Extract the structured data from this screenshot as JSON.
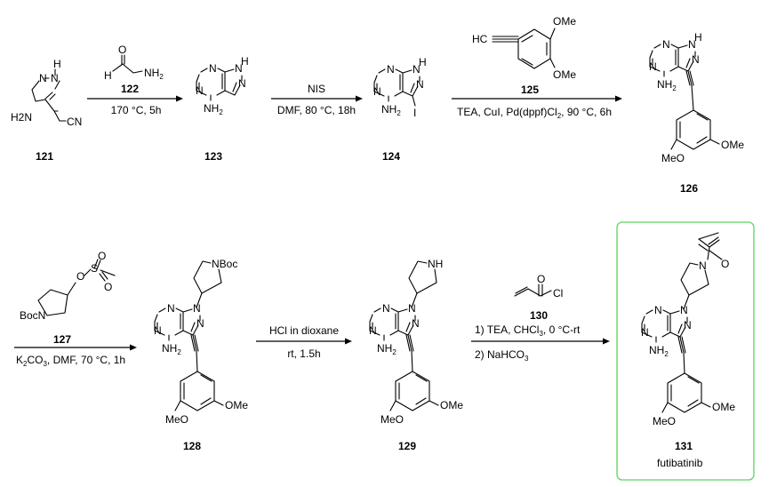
{
  "compounds": {
    "c121": {
      "id": "121",
      "atoms": {
        "nh": "H",
        "n": "N",
        "h2n": "H2N",
        "cn": "CN"
      }
    },
    "c122": {
      "id": "122",
      "atoms": {
        "o": "O",
        "h": "H",
        "nh2": "NH2"
      }
    },
    "c123": {
      "id": "123",
      "atoms": {
        "n1": "N",
        "n3": "N",
        "nh": "N",
        "h": "H",
        "n2": "N",
        "nh2": "NH2"
      }
    },
    "c124": {
      "id": "124",
      "atoms": {
        "n1": "N",
        "n3": "N",
        "nh": "N",
        "h": "H",
        "n2": "N",
        "nh2": "NH2",
        "i": "I"
      }
    },
    "c125": {
      "id": "125",
      "atoms": {
        "hc": "HC",
        "ome1": "OMe",
        "ome2": "OMe"
      }
    },
    "c126": {
      "id": "126",
      "atoms": {
        "n1": "N",
        "n3": "N",
        "nh": "N",
        "h": "H",
        "n2": "N",
        "nh2": "NH2",
        "ome1": "OMe",
        "meo": "MeO"
      }
    },
    "c127": {
      "id": "127",
      "atoms": {
        "o1": "O",
        "s": "S",
        "o2": "O",
        "o3": "O",
        "bocn": "BocN"
      }
    },
    "c128": {
      "id": "128",
      "atoms": {
        "n1": "N",
        "n3": "N",
        "n": "N",
        "n2": "N",
        "nh2": "NH2",
        "nboc": "NBoc",
        "ome": "OMe",
        "meo": "MeO"
      }
    },
    "c129": {
      "id": "129",
      "atoms": {
        "n1": "N",
        "n3": "N",
        "n": "N",
        "n2": "N",
        "nh2": "NH2",
        "nh": "NH",
        "ome": "OMe",
        "meo": "MeO"
      }
    },
    "c130": {
      "id": "130",
      "atoms": {
        "o": "O",
        "cl": "Cl"
      }
    },
    "c131": {
      "id": "131",
      "name": "futibatinib",
      "atoms": {
        "n1": "N",
        "n3": "N",
        "n": "N",
        "n2": "N",
        "nh2": "NH2",
        "pn": "N",
        "o": "O",
        "ome": "OMe",
        "meo": "MeO"
      }
    }
  },
  "steps": [
    {
      "id": "step1",
      "below": "170 °C, 5h"
    },
    {
      "id": "step2",
      "above": "NIS",
      "below": "DMF, 80 °C, 18h"
    },
    {
      "id": "step3",
      "below": "TEA, CuI, Pd(dppf)Cl2, 90 °C, 6h"
    },
    {
      "id": "step4",
      "below": "K2CO3, DMF, 70 °C, 1h"
    },
    {
      "id": "step5",
      "above": "HCl in dioxane",
      "below": "rt, 1.5h"
    },
    {
      "id": "step6",
      "line1": "1) TEA, CHCl3, 0 °C-rt",
      "line2": "2) NaHCO3"
    }
  ]
}
